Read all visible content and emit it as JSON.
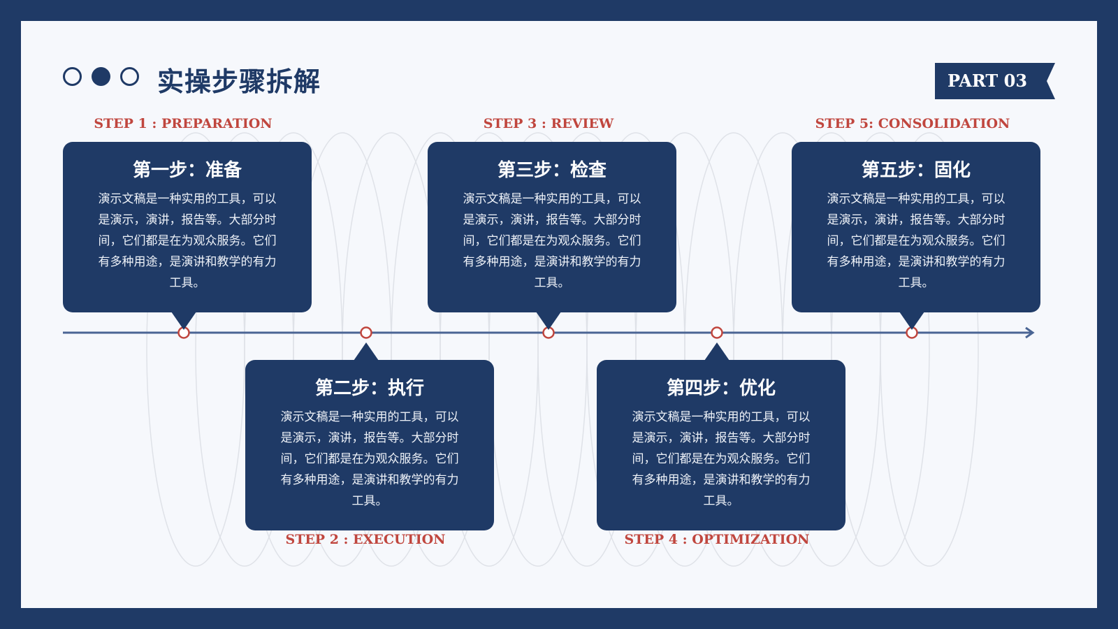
{
  "header": {
    "title": "实操步骤拆解",
    "part_label": "PART 03"
  },
  "steps": [
    {
      "label": "STEP 1 : PREPARATION",
      "title": "第一步：准备",
      "body": "演示文稿是一种实用的工具，可以是演示，演讲，报告等。大部分时间，它们都是在为观众服务。它们有多种用途，是演讲和教学的有力工具。"
    },
    {
      "label": "STEP 2 : EXECUTION",
      "title": "第二步：执行",
      "body": "演示文稿是一种实用的工具，可以是演示，演讲，报告等。大部分时间，它们都是在为观众服务。它们有多种用途，是演讲和教学的有力工具。"
    },
    {
      "label": "STEP 3 : REVIEW",
      "title": "第三步：检查",
      "body": "演示文稿是一种实用的工具，可以是演示，演讲，报告等。大部分时间，它们都是在为观众服务。它们有多种用途，是演讲和教学的有力工具。"
    },
    {
      "label": "STEP 4 : OPTIMIZATION",
      "title": "第四步：优化",
      "body": "演示文稿是一种实用的工具，可以是演示，演讲，报告等。大部分时间，它们都是在为观众服务。它们有多种用途，是演讲和教学的有力工具。"
    },
    {
      "label": "STEP 5: CONSOLIDATION",
      "title": "第五步：固化",
      "body": "演示文稿是一种实用的工具，可以是演示，演讲，报告等。大部分时间，它们都是在为观众服务。它们有多种用途，是演讲和教学的有力工具。"
    }
  ],
  "colors": {
    "navy": "#1f3a66",
    "accent_red": "#c0463e",
    "page_bg": "#f6f8fc",
    "timeline": "#4a6594"
  }
}
